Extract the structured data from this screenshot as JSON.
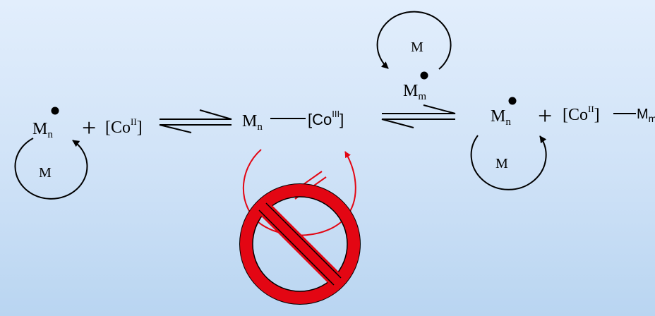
{
  "equilibrium_left": {
    "radical": {
      "base": "M",
      "sub": "n"
    },
    "plus": "+",
    "cobalt": {
      "prefix": "[Co",
      "sup": "II",
      "suffix": "]"
    },
    "loop_monomer": "M"
  },
  "dormant_species": {
    "radical": {
      "base": "M",
      "sub": "n"
    },
    "cobalt": {
      "prefix": "[Co",
      "sup": "III",
      "suffix": "]"
    }
  },
  "exchange_top": {
    "loop_monomer": "M",
    "radical": {
      "base": "M",
      "sub": "m"
    }
  },
  "equilibrium_right": {
    "radical": {
      "base": "M",
      "sub": "n"
    },
    "plus": "+",
    "cobalt": {
      "prefix": "[Co",
      "sup": "II",
      "suffix": "]"
    },
    "chain": {
      "base": "M",
      "sub": "m"
    },
    "loop_monomer": "M"
  },
  "colors": {
    "prohibited_red": "#e30613",
    "prohibited_outline": "#000000",
    "bond": "#000000"
  }
}
